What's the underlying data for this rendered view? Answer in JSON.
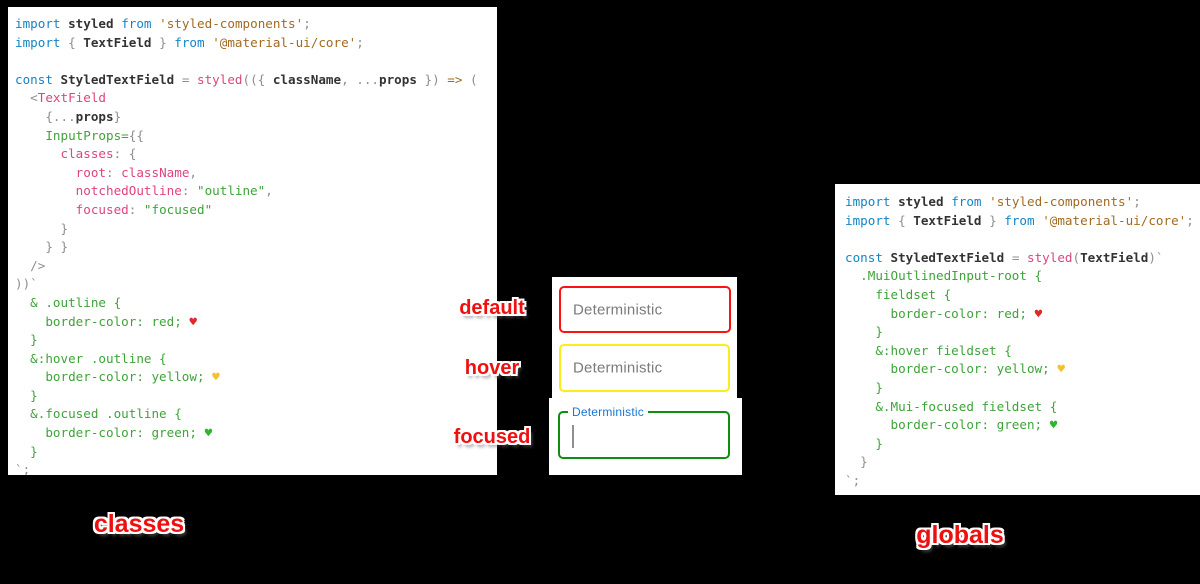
{
  "demo": {
    "state_labels": [
      "default",
      "hover",
      "focused"
    ],
    "fields": [
      {
        "state": "default",
        "placeholder": "Deterministic",
        "border_color": "#fb1313"
      },
      {
        "state": "hover",
        "placeholder": "Deterministic",
        "border_color": "#fbec1d"
      },
      {
        "state": "focused",
        "label": "Deterministic",
        "border_color": "#108c10",
        "has_cursor": true
      }
    ]
  },
  "captions": {
    "left": "classes",
    "right": "globals"
  },
  "colors": {
    "annotation_red": "#ee1010",
    "field_default_border": "#fb1313",
    "field_hover_border": "#fbec1d",
    "field_focused_border": "#108c10",
    "focused_label_blue": "#1976d2",
    "placeholder_gray": "#7b7b7b",
    "background": "#000000",
    "panel_background": "#ffffff"
  },
  "code_panels": {
    "left": {
      "name": "classes",
      "lines": [
        [
          [
            "kw",
            "import"
          ],
          [
            "tx",
            " "
          ],
          [
            "id",
            "styled"
          ],
          [
            "tx",
            " "
          ],
          [
            "kw",
            "from"
          ],
          [
            "tx",
            " "
          ],
          [
            "str",
            "'styled-components'"
          ],
          [
            "pu",
            ";"
          ]
        ],
        [
          [
            "kw",
            "import"
          ],
          [
            "pu",
            " { "
          ],
          [
            "id",
            "TextField"
          ],
          [
            "pu",
            " } "
          ],
          [
            "kw",
            "from"
          ],
          [
            "tx",
            " "
          ],
          [
            "str",
            "'@material-ui/core'"
          ],
          [
            "pu",
            ";"
          ]
        ],
        [],
        [
          [
            "kw",
            "const"
          ],
          [
            "tx",
            " "
          ],
          [
            "id",
            "StyledTextField"
          ],
          [
            "pu",
            " = "
          ],
          [
            "pk",
            "styled"
          ],
          [
            "pu",
            "(({ "
          ],
          [
            "id",
            "className"
          ],
          [
            "pu",
            ", ..."
          ],
          [
            "id",
            "props"
          ],
          [
            "pu",
            " }) "
          ],
          [
            "ar",
            "=>"
          ],
          [
            "pu",
            " ("
          ]
        ],
        [
          [
            "pu",
            "  <"
          ],
          [
            "pk",
            "TextField"
          ]
        ],
        [
          [
            "pu",
            "    {..."
          ],
          [
            "id",
            "props"
          ],
          [
            "pu",
            "}"
          ]
        ],
        [
          [
            "gr",
            "    InputProps="
          ],
          [
            "pu",
            "{{"
          ]
        ],
        [
          [
            "pk",
            "      classes"
          ],
          [
            "pu",
            ": {"
          ]
        ],
        [
          [
            "pk",
            "        root"
          ],
          [
            "pu",
            ": "
          ],
          [
            "pk",
            "className"
          ],
          [
            "pu",
            ","
          ]
        ],
        [
          [
            "pk",
            "        notchedOutline"
          ],
          [
            "pu",
            ": "
          ],
          [
            "gr",
            "\"outline\""
          ],
          [
            "pu",
            ","
          ]
        ],
        [
          [
            "pk",
            "        focused"
          ],
          [
            "pu",
            ": "
          ],
          [
            "gr",
            "\"focused\""
          ]
        ],
        [
          [
            "pu",
            "      }"
          ]
        ],
        [
          [
            "pu",
            "    } }"
          ]
        ],
        [
          [
            "pu",
            "  />"
          ]
        ],
        [
          [
            "pu",
            "))`"
          ]
        ],
        [
          [
            "gr",
            "  & .outline {"
          ]
        ],
        [
          [
            "gr",
            "    border-color: red; "
          ],
          [
            "hr",
            "♥"
          ]
        ],
        [
          [
            "gr",
            "  }"
          ]
        ],
        [
          [
            "gr",
            "  &:hover .outline {"
          ]
        ],
        [
          [
            "gr",
            "    border-color: yellow; "
          ],
          [
            "hy",
            "♥"
          ]
        ],
        [
          [
            "gr",
            "  }"
          ]
        ],
        [
          [
            "gr",
            "  &.focused .outline {"
          ]
        ],
        [
          [
            "gr",
            "    border-color: green; "
          ],
          [
            "hg",
            "♥"
          ]
        ],
        [
          [
            "gr",
            "  }"
          ]
        ],
        [
          [
            "pu",
            "`;"
          ]
        ]
      ]
    },
    "right": {
      "name": "globals",
      "lines": [
        [
          [
            "kw",
            "import"
          ],
          [
            "tx",
            " "
          ],
          [
            "id",
            "styled"
          ],
          [
            "tx",
            " "
          ],
          [
            "kw",
            "from"
          ],
          [
            "tx",
            " "
          ],
          [
            "str",
            "'styled-components'"
          ],
          [
            "pu",
            ";"
          ]
        ],
        [
          [
            "kw",
            "import"
          ],
          [
            "pu",
            " { "
          ],
          [
            "id",
            "TextField"
          ],
          [
            "pu",
            " } "
          ],
          [
            "kw",
            "from"
          ],
          [
            "tx",
            " "
          ],
          [
            "str",
            "'@material-ui/core'"
          ],
          [
            "pu",
            ";"
          ]
        ],
        [],
        [
          [
            "kw",
            "const"
          ],
          [
            "tx",
            " "
          ],
          [
            "id",
            "StyledTextField"
          ],
          [
            "pu",
            " = "
          ],
          [
            "pk",
            "styled"
          ],
          [
            "pu",
            "("
          ],
          [
            "id",
            "TextField"
          ],
          [
            "pu",
            ")`"
          ]
        ],
        [
          [
            "gr",
            "  .MuiOutlinedInput-root {"
          ]
        ],
        [
          [
            "gr",
            "    fieldset {"
          ]
        ],
        [
          [
            "gr",
            "      border-color: red; "
          ],
          [
            "hr",
            "♥"
          ]
        ],
        [
          [
            "gr",
            "    }"
          ]
        ],
        [
          [
            "gr",
            "    &:hover fieldset {"
          ]
        ],
        [
          [
            "gr",
            "      border-color: yellow; "
          ],
          [
            "hy",
            "♥"
          ]
        ],
        [
          [
            "gr",
            "    }"
          ]
        ],
        [
          [
            "gr",
            "    &.Mui-focused fieldset {"
          ]
        ],
        [
          [
            "gr",
            "      border-color: green; "
          ],
          [
            "hg",
            "♥"
          ]
        ],
        [
          [
            "gr",
            "    }"
          ]
        ],
        [
          [
            "pu",
            "  }"
          ]
        ],
        [
          [
            "pu",
            "`;"
          ]
        ]
      ]
    }
  }
}
